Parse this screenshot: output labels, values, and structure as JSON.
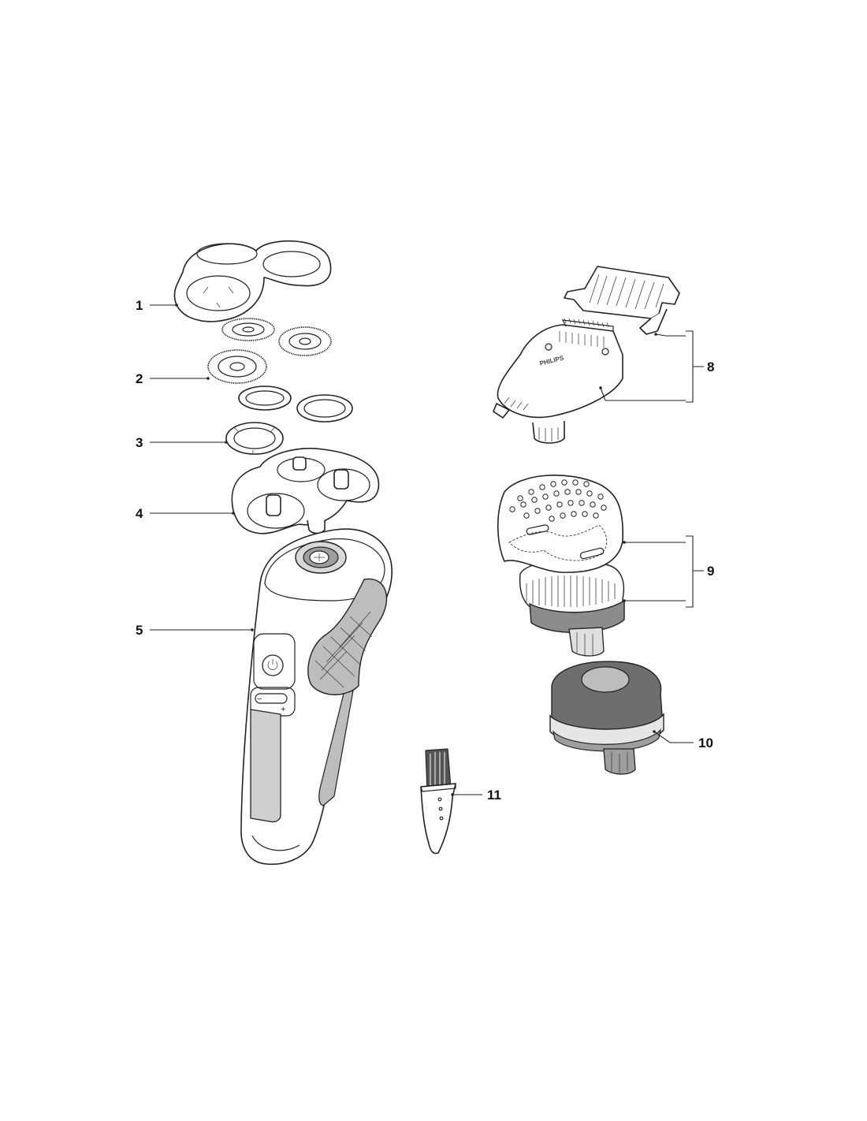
{
  "colors": {
    "outline": "#222222",
    "accent_grey": "#bdbdbd",
    "dark_grey": "#6e6e6e",
    "light_grey": "#e6e6e6"
  },
  "callouts": {
    "c1": "1",
    "c2": "2",
    "c3": "3",
    "c4": "4",
    "c5": "5",
    "c8": "8",
    "c9": "9",
    "c10": "10",
    "c11": "11"
  },
  "brand_text": "PHILIPS",
  "icons": [
    "power-icon",
    "plus-icon",
    "minus-icon"
  ]
}
